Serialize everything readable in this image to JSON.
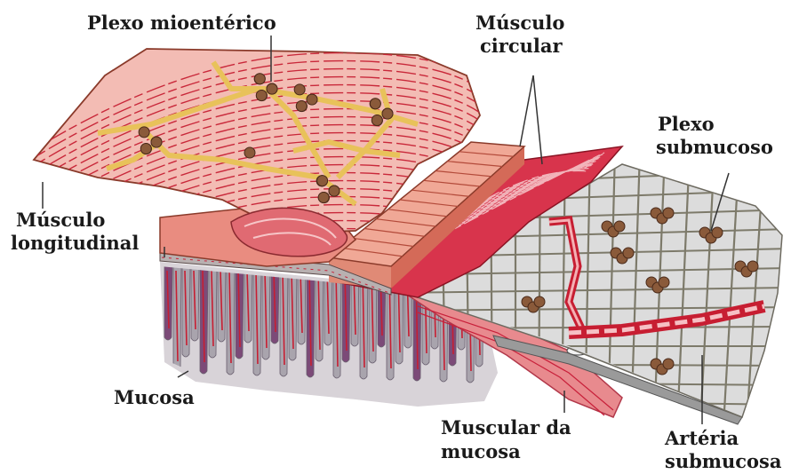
{
  "labels": {
    "plexo_mioenterico": "Plexo mioentérico",
    "musculo_circular_1": "Músculo",
    "musculo_circular_2": "circular",
    "plexo_submucoso_1": "Plexo",
    "plexo_submucoso_2": "submucoso",
    "musculo_longitudinal_1": "Músculo",
    "musculo_longitudinal_2": "longitudinal",
    "mucosa": "Mucosa",
    "muscular_da_mucosa_1": "Muscular da",
    "muscular_da_mucosa_2": "mucosa",
    "arteria_submucosa_1": "Artéria",
    "arteria_submucosa_2": "submucosa"
  },
  "colors": {
    "longitudinal_muscle": "#f2b2ae",
    "longitudinal_fiber": "#c9283a",
    "circular_muscle": "#e88a7e",
    "circular_muscle_dark": "#d6604f",
    "muscle_red": "#c8203a",
    "muscle_pink": "#f4c4c6",
    "nerve": "#e8c25a",
    "ganglion": "#8a5a3a",
    "submucosa": "#d9d9d9",
    "submucosa_net": "#7d7a6a",
    "mucosa_gray": "#a9a4ad",
    "mucosa_purple": "#7c4a78",
    "artery": "#c71e32",
    "leader_line": "#333333"
  }
}
